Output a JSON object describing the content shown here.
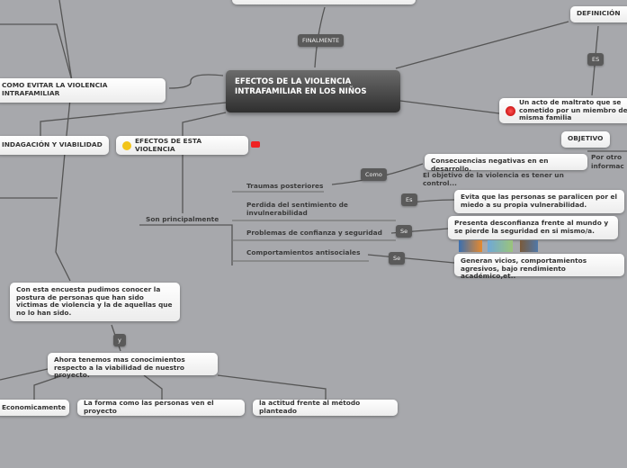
{
  "central": {
    "title": "EFECTOS DE LA VIOLENCIA INTRAFAMILIAR EN LOS NIÑOS"
  },
  "labels": {
    "finalmente": "FINALMENTE",
    "es1": "ES",
    "como": "Como",
    "es2": "Es",
    "se1": "Se",
    "se2": "Se",
    "y": "y"
  },
  "nodes": {
    "definicion": "DEFINICIÓN",
    "definicion_text": "Un acto de maltrato que se cometido por un miembro de la misma familia",
    "objetivo": "OBJETIVO",
    "como_evitar": "COMO EVITAR LA VIOLENCIA INTRAFAMILIAR",
    "indagacion": "INDAGACIÓN Y VIABILIDAD",
    "efectos": "EFECTOS DE ESTA VIOLENCIA",
    "consecuencias": "Consecuencias negativas en en desarrollo.",
    "objetivo_text": "El objetivo de la violencia es tener un control...",
    "por_otro": "Por otro",
    "informac": "informac",
    "evita": "Evita que las personas se paralicen por el miedo a su propia vulnerabilidad.",
    "presenta": "Presenta desconfianza frente al mundo y se pierde la seguridad en si mismo/a.",
    "generan": "Generan vicios, comportamientos agresivos, bajo rendimiento académico,et..",
    "encuesta": "Con esta encuesta pudimos conocer la postura de personas que han sido victimas de violencia y la de aquellas que no lo han sido.",
    "ahora": "Ahora tenemos mas conocimientos respecto a la viabilidad de nuestro proyecto.",
    "economicamente": "Economicamente",
    "la_forma": "La forma como las personas ven el proyecto",
    "la_actitud": "la actitud frente al método planteado"
  },
  "branches": {
    "root": "Son principalmente",
    "items": [
      "Traumas posteriores",
      "Perdida del sentimiento de invulnerabilidad",
      "Problemas de confianza y seguridad",
      "Comportamientos antisociales"
    ]
  },
  "colors": {
    "background": "#a7a8ac",
    "label": "#5a5a5a"
  }
}
